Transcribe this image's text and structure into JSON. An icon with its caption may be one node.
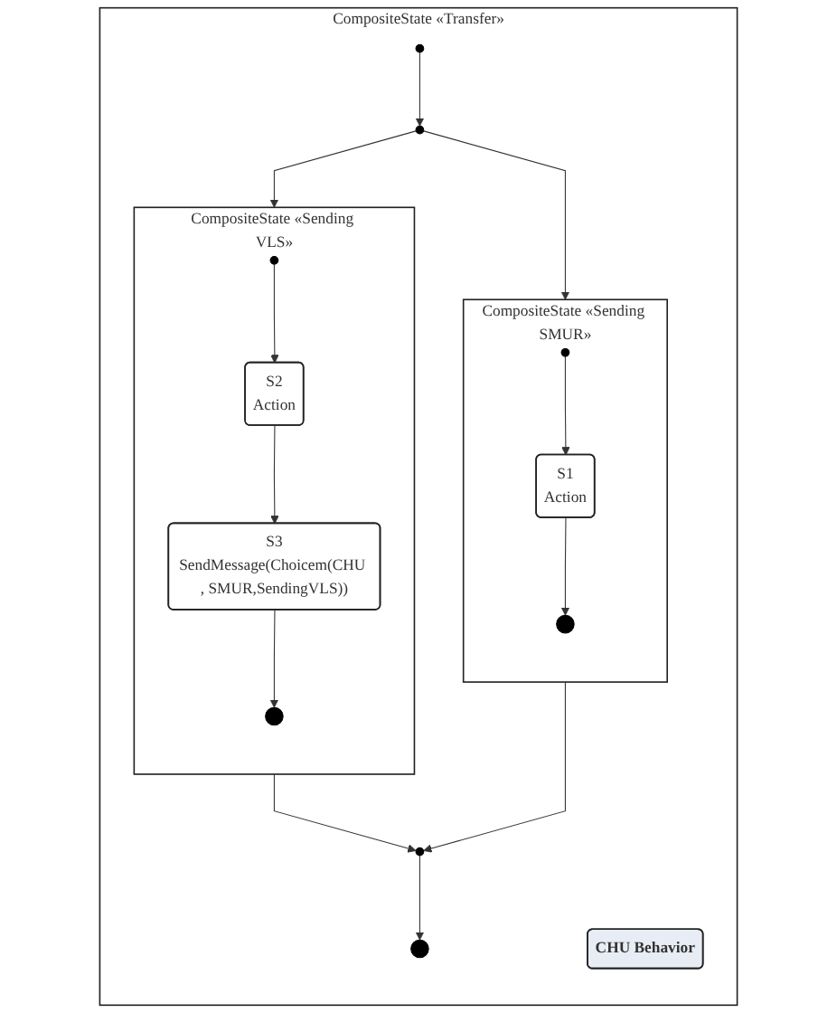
{
  "diagram": {
    "nodes": [
      {
        "text": [
          "CompositeState «Transfer»"
        ]
      },
      {
        "text": [
          "CHU Behavior"
        ],
        "in": 0
      },
      {
        "text": [],
        "shape": "circle",
        "in": 0
      },
      {
        "text": [],
        "shape": "circle",
        "in": 0
      },
      {
        "text": [
          "CompositeState «Sending VLS»"
        ],
        "in": 0
      },
      {
        "text": [],
        "shape": "circle",
        "in": 4
      },
      {
        "text": [
          "S2",
          "Action"
        ],
        "in": 4
      },
      {
        "text": [
          "S3",
          "SendMessage(Choicem(CHU , SMUR,SendingVLS))"
        ],
        "in": 4
      },
      {
        "text": [],
        "shape": "bullseye",
        "in": 4
      },
      {
        "text": [
          "CompositeState «Sending SMUR»"
        ],
        "in": 0
      },
      {
        "text": [],
        "shape": "circle",
        "in": 9
      },
      {
        "text": [
          "S1",
          "Action"
        ],
        "in": 9
      },
      {
        "text": [],
        "shape": "bullseye",
        "in": 9
      },
      {
        "text": [],
        "shape": "circle",
        "in": 0
      },
      {
        "text": [],
        "shape": "bullseye",
        "in": 0
      }
    ],
    "edges": [
      {
        "from": 2,
        "to": 3,
        "arrow": "to"
      },
      {
        "from": 3,
        "to": 4,
        "arrow": "to"
      },
      {
        "from": 3,
        "to": 9,
        "arrow": "to"
      },
      {
        "from": 5,
        "to": 6,
        "arrow": "to"
      },
      {
        "from": 6,
        "to": 7,
        "arrow": "to"
      },
      {
        "from": 7,
        "to": 8,
        "arrow": "to"
      },
      {
        "from": 10,
        "to": 11,
        "arrow": "to"
      },
      {
        "from": 11,
        "to": 12,
        "arrow": "to"
      },
      {
        "from": 4,
        "to": 13,
        "arrow": "to"
      },
      {
        "from": 9,
        "to": 13,
        "arrow": "to"
      },
      {
        "from": 13,
        "to": 14,
        "arrow": "to"
      }
    ]
  }
}
